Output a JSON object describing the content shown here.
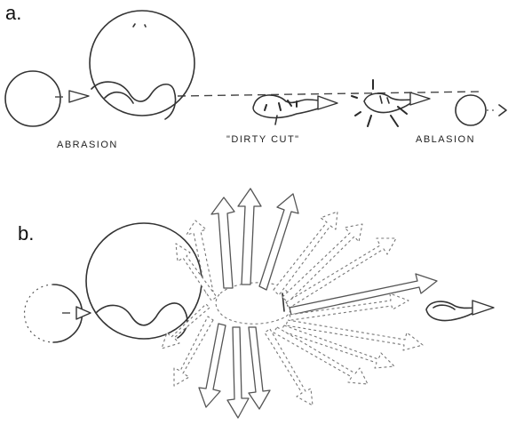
{
  "figure": {
    "panel_a": {
      "label": "a.",
      "captions": {
        "abrasion": "ABRASION",
        "dirty_cut": "\"DIRTY CUT\"",
        "ablation": "ABLASION"
      }
    },
    "panel_b": {
      "label": "b."
    }
  }
}
